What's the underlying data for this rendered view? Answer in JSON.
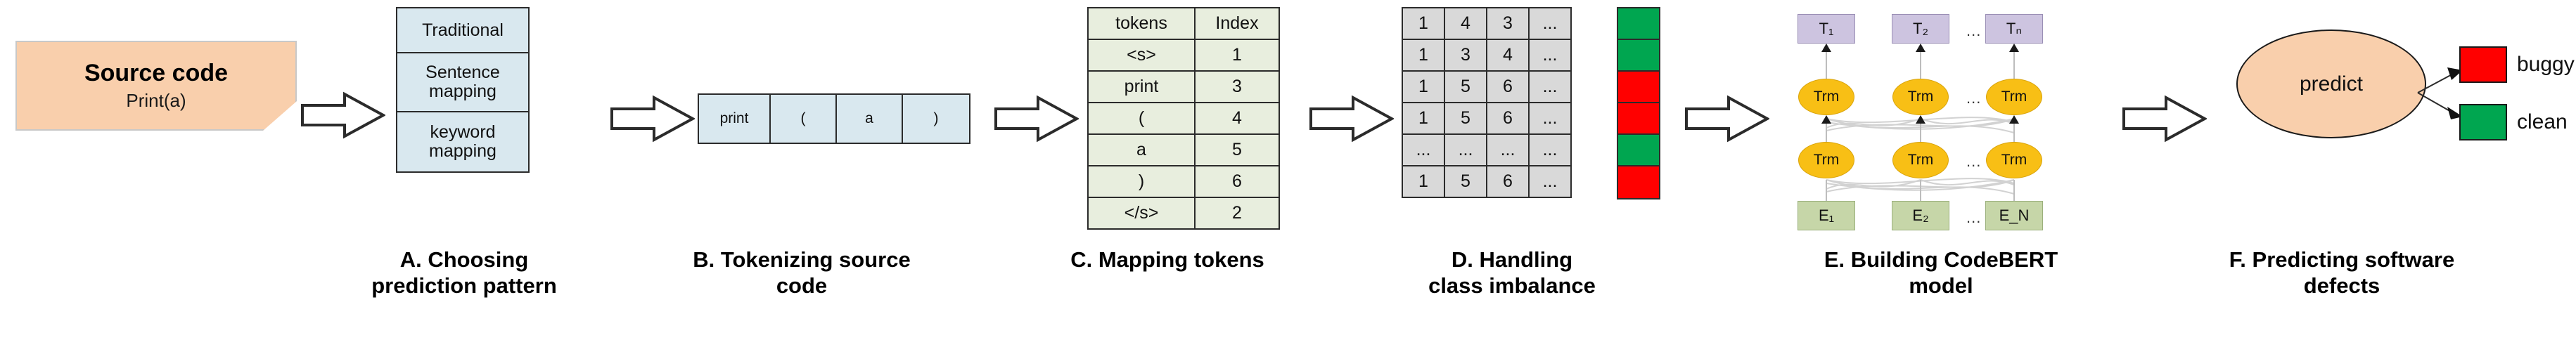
{
  "source_code": {
    "title": "Source code",
    "snippet": "Print(a)"
  },
  "section_a": {
    "caption_line1": "A. Choosing",
    "caption_line2": "prediction pattern",
    "items": [
      "Traditional",
      "Sentence mapping",
      "keyword mapping"
    ]
  },
  "section_b": {
    "caption_line1": "B. Tokenizing source",
    "caption_line2": "code",
    "tokens": [
      "print",
      "(",
      "a",
      ")"
    ]
  },
  "section_c": {
    "caption_line1": "C. Mapping tokens",
    "caption_line2": "",
    "headers": [
      "tokens",
      "Index"
    ],
    "rows": [
      {
        "token": "<s>",
        "index": "1"
      },
      {
        "token": "print",
        "index": "3"
      },
      {
        "token": "(",
        "index": "4"
      },
      {
        "token": "a",
        "index": "5"
      },
      {
        "token": ")",
        "index": "6"
      },
      {
        "token": "</s>",
        "index": "2"
      }
    ]
  },
  "section_d": {
    "caption_line1": "D.  Handling",
    "caption_line2": "class imbalance",
    "grid": [
      [
        "1",
        "4",
        "3",
        "..."
      ],
      [
        "1",
        "3",
        "4",
        "..."
      ],
      [
        "1",
        "5",
        "6",
        "..."
      ],
      [
        "1",
        "5",
        "6",
        "..."
      ],
      [
        "...",
        "...",
        "...",
        "..."
      ],
      [
        "1",
        "5",
        "6",
        "..."
      ]
    ],
    "labels": [
      "clean",
      "clean",
      "buggy",
      "buggy",
      "clean",
      "buggy"
    ],
    "label_colors": [
      "#00a650",
      "#00a650",
      "#ff0000",
      "#ff0000",
      "#00a650",
      "#ff0000"
    ]
  },
  "section_e": {
    "caption_line1": "E.  Building CodeBERT",
    "caption_line2": "model",
    "output_nodes": [
      "T₁",
      "T₂",
      "Tₙ"
    ],
    "output_node_last": "T_N",
    "transformer_label": "Trm",
    "input_nodes": [
      "E₁",
      "E₂",
      "E_N"
    ],
    "ellipsis": "...",
    "layers": 2
  },
  "section_f": {
    "caption_line1": "F.  Predicting software",
    "caption_line2": "defects",
    "predict_label": "predict",
    "outcomes": [
      {
        "label": "buggy",
        "color": "#ff0000"
      },
      {
        "label": "clean",
        "color": "#00a650"
      }
    ]
  },
  "colors": {
    "source_note_fill": "#f9cfac",
    "section_a_fill": "#d9e8ef",
    "section_b_fill": "#d9e8ef",
    "section_c_fill": "#e8eede",
    "section_d_fill": "#d9d9d9",
    "buggy": "#ff0000",
    "clean": "#00a650",
    "bert_output_fill": "#cdc4e0",
    "bert_input_fill": "#c6d6a8",
    "bert_trm_fill": "#f8bf15"
  },
  "arrows": {
    "glyph": "block-arrow-right",
    "count": 6
  }
}
